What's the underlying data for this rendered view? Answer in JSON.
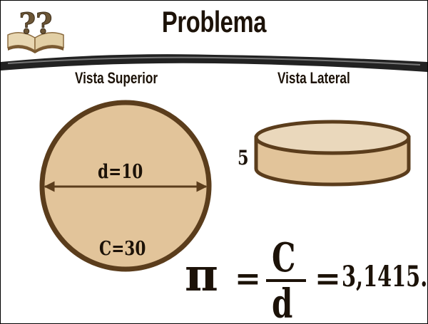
{
  "slide": {
    "title": "Problema",
    "logo_text": "??",
    "views": {
      "top_label": "Vista Superior",
      "side_label": "Vista Lateral"
    },
    "top_view": {
      "diameter_label": "d=10",
      "circumference_label": "C=30"
    },
    "side_view": {
      "height_label": "5"
    },
    "formula": {
      "symbol": "π",
      "equals": "=",
      "numerator": "C",
      "denominator": "d",
      "equals_2": "=",
      "value": "3,1415..."
    }
  },
  "colors": {
    "disc_fill": "#e2c49a",
    "disc_outline": "#5b3d1c",
    "text": "#1c1208"
  },
  "icons": {
    "logo": "open-book-question-marks-icon"
  }
}
